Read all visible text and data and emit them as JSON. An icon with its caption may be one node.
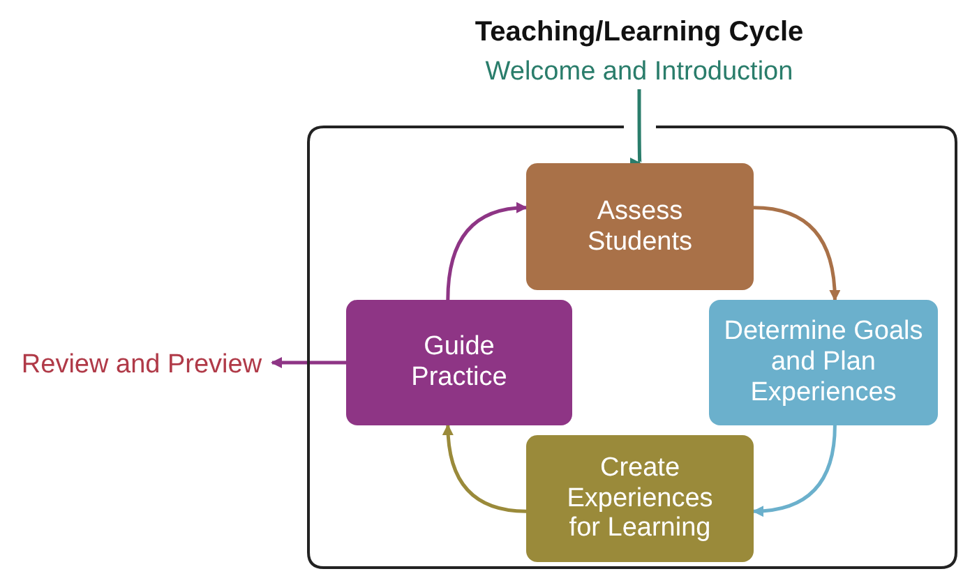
{
  "diagram": {
    "title": "Teaching/Learning Cycle",
    "nodes": [
      {
        "text": [],
        "shape": "box"
      },
      {
        "text": [
          "Welcome and Introduction"
        ]
      },
      {
        "text": [
          "Assess Students"
        ],
        "in": 0
      },
      {
        "text": [
          "Determine Goals and Plan Experiences"
        ],
        "in": 0
      },
      {
        "text": [
          "Create Experiences for Learning"
        ],
        "in": 0
      },
      {
        "text": [
          "Guide Practice"
        ],
        "in": 0
      },
      {
        "text": [
          "Review and Preview"
        ]
      }
    ],
    "edges": [
      {
        "from": 1,
        "to": 2,
        "arrow": "to",
        "color": "#2a7d6b"
      },
      {
        "from": 2,
        "to": 3,
        "arrow": "to",
        "color": "#a97148"
      },
      {
        "from": 3,
        "to": 4,
        "arrow": "to",
        "color": "#6bb0cc"
      },
      {
        "from": 4,
        "to": 5,
        "arrow": "to",
        "color": "#9a8a3a"
      },
      {
        "from": 5,
        "to": 2,
        "arrow": "to",
        "color": "#8e3585"
      },
      {
        "from": 5,
        "to": 6,
        "arrow": "to",
        "color": "#8e3585"
      }
    ]
  }
}
